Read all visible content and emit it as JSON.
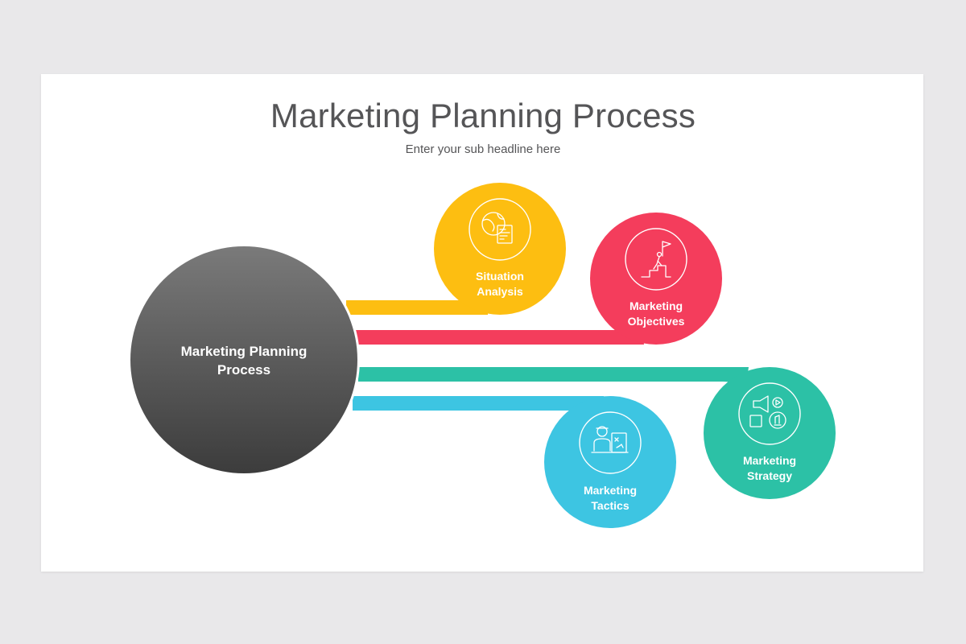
{
  "slide": {
    "title": "Marketing Planning Process",
    "subtitle": "Enter your sub headline here"
  },
  "center": {
    "label_line1": "Marketing Planning",
    "label_line2": "Process",
    "color": "#555555"
  },
  "steps": [
    {
      "line1": "Situation",
      "line2": "Analysis",
      "color": "#FDBE11",
      "icon": "globe-document-icon"
    },
    {
      "line1": "Marketing",
      "line2": "Objectives",
      "color": "#F43D5C",
      "icon": "flag-summit-icon"
    },
    {
      "line1": "Marketing",
      "line2": "Strategy",
      "color": "#2CC1A6",
      "icon": "megaphone-chess-icon"
    },
    {
      "line1": "Marketing",
      "line2": "Tactics",
      "color": "#3DC5E2",
      "icon": "presenter-board-icon"
    }
  ]
}
